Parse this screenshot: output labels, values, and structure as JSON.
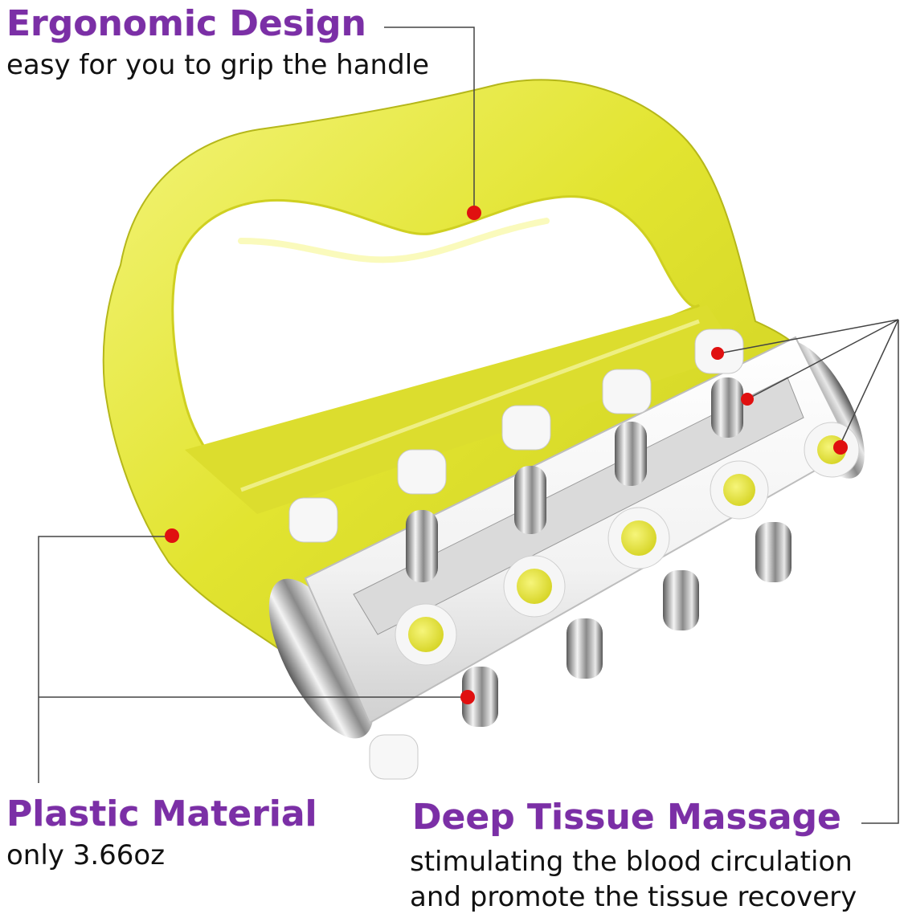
{
  "callouts": {
    "ergonomic": {
      "title": "Ergonomic Design",
      "text": "easy for you to grip the handle"
    },
    "plastic": {
      "title": "Plastic Material",
      "text": "only 3.66oz"
    },
    "deep_tissue": {
      "title": "Deep Tissue Massage",
      "text_line1": "stimulating the blood circulation",
      "text_line2": "and promote the tissue recovery"
    }
  },
  "colors": {
    "heading": "#7b2fa6",
    "handle": "#e4e635",
    "marker": "#e01010",
    "leader_line": "#333333",
    "nub_accent": "#e8e63a"
  }
}
